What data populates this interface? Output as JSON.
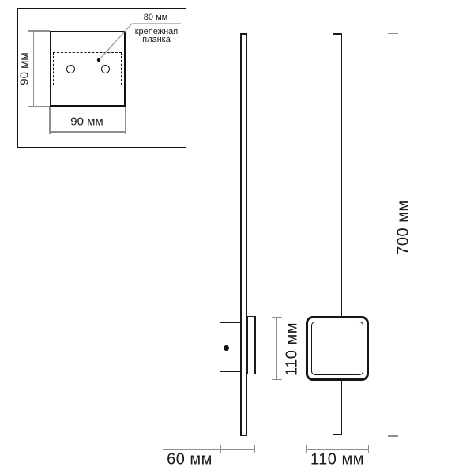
{
  "diagram": {
    "kind": "wall-lamp dimension drawing",
    "colors": {
      "drawing_line": "#1a1a1a",
      "dimension_line": "#8f8f8f",
      "background": "#ffffff"
    },
    "inset": {
      "plate_height_label": "90 мм",
      "plate_width_label": "90 мм",
      "bracket_width_label": "80 мм",
      "bracket_name_line1": "крепежная",
      "bracket_name_line2": "планка"
    },
    "side_view": {
      "depth_label": "60 мм",
      "mount_height_label": "110 мм"
    },
    "front_view": {
      "width_label": "110 мм",
      "height_label": "700 мм"
    }
  }
}
